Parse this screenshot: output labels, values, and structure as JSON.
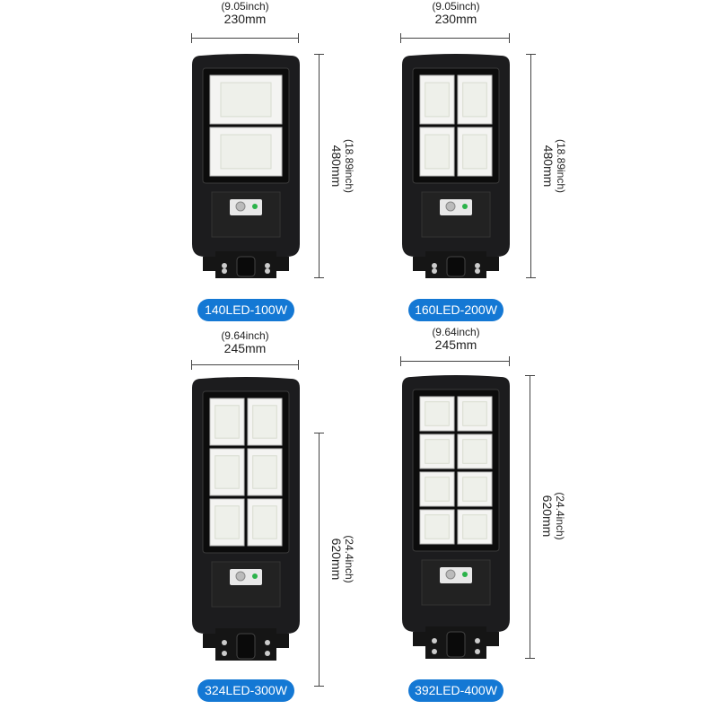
{
  "products": [
    {
      "model": "140LED-100W",
      "width_mm": "230mm",
      "width_in": "(9.05inch)",
      "height_mm": "480mm",
      "height_in": "(18.89inch)"
    },
    {
      "model": "160LED-200W",
      "width_mm": "230mm",
      "width_in": "(9.05inch)",
      "height_mm": "480mm",
      "height_in": "(18.89inch)"
    },
    {
      "model": "324LED-300W",
      "width_mm": "245mm",
      "width_in": "(9.64inch)",
      "height_mm": "620mm",
      "height_in": "(24.4inch)"
    },
    {
      "model": "392LED-400W",
      "width_mm": "245mm",
      "width_in": "(9.64inch)",
      "height_mm": "620mm",
      "height_in": "(24.4inch)"
    }
  ],
  "colors": {
    "badge": "#1478d4",
    "lamp_body": "#1c1c1e",
    "led_panel": "#eef0ea",
    "indicator": "#2bb34a"
  }
}
